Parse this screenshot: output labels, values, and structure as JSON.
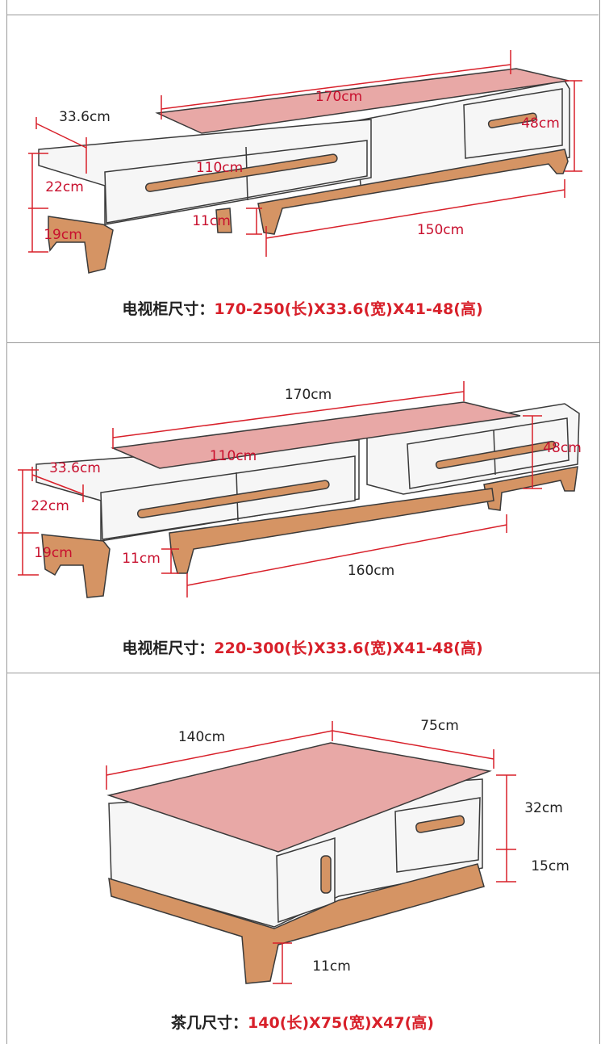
{
  "colors": {
    "accent": "#c8102e",
    "top_surface": "#e8a8a6",
    "wood": "#d59464",
    "body": "#f6f6f6",
    "outline": "#3a3a3a"
  },
  "sections": [
    {
      "dims": {
        "length": "170cm",
        "depth": "33.6cm",
        "height": "48cm",
        "drawer": "110cm",
        "h_upper": "22cm",
        "h_leg": "19cm",
        "gap": "11cm",
        "base": "150cm"
      },
      "caption": {
        "label": "电视柜尺寸：",
        "value": "170-250(长)X33.6(宽)X41-48(高)"
      }
    },
    {
      "dims": {
        "length": "170cm",
        "depth": "33.6cm",
        "height": "48cm",
        "drawer": "110cm",
        "h_upper": "22cm",
        "h_leg": "19cm",
        "gap": "11cm",
        "base": "160cm"
      },
      "caption": {
        "label": "电视柜尺寸：",
        "value": "220-300(长)X33.6(宽)X41-48(高)"
      }
    },
    {
      "dims": {
        "length": "140cm",
        "width": "75cm",
        "h_upper": "32cm",
        "h_lower": "15cm",
        "gap": "11cm"
      },
      "caption": {
        "label": "茶几尺寸：",
        "value": "140(长)X75(宽)X47(高)"
      }
    }
  ]
}
